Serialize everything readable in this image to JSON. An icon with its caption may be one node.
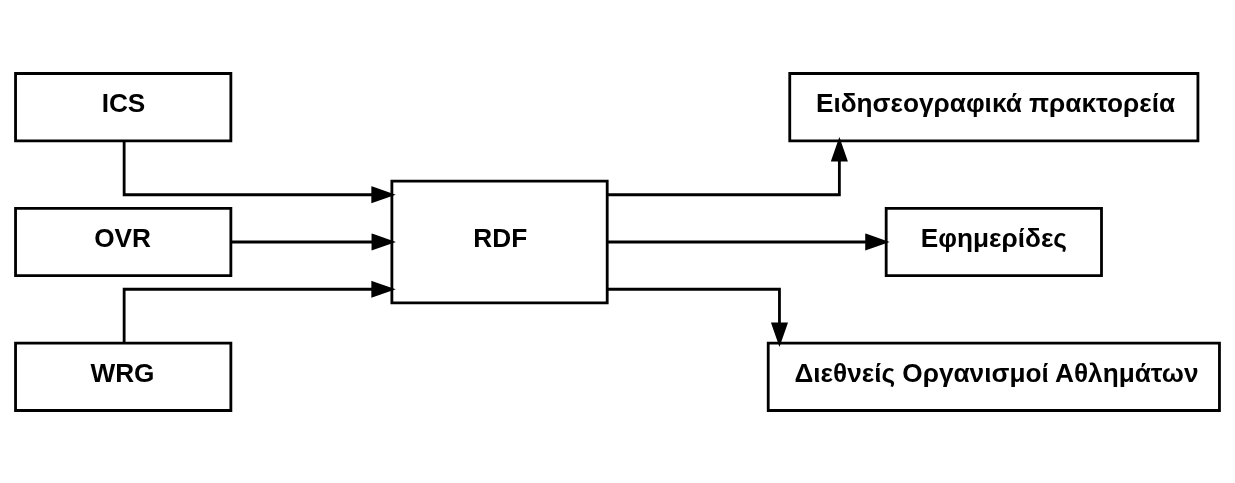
{
  "diagram": {
    "nodes": [
      {
        "text": [
          "ICS"
        ]
      },
      {
        "text": [
          "OVR"
        ]
      },
      {
        "text": [
          "WRG"
        ]
      },
      {
        "text": [
          "RDF"
        ]
      },
      {
        "text": [
          "Ειδησεογραφικά πρακτορεία"
        ]
      },
      {
        "text": [
          "Εφημερίδες"
        ]
      },
      {
        "text": [
          "Διεθνείς Οργανισμοί Αθλημάτων"
        ]
      }
    ],
    "edges": [
      {
        "from": 0,
        "to": 3,
        "arrow": "to"
      },
      {
        "from": 1,
        "to": 3,
        "arrow": "to"
      },
      {
        "from": 2,
        "to": 3,
        "arrow": "to"
      },
      {
        "from": 3,
        "to": 4,
        "arrow": "to"
      },
      {
        "from": 3,
        "to": 5,
        "arrow": "to"
      },
      {
        "from": 3,
        "to": 6,
        "arrow": "to"
      }
    ]
  }
}
